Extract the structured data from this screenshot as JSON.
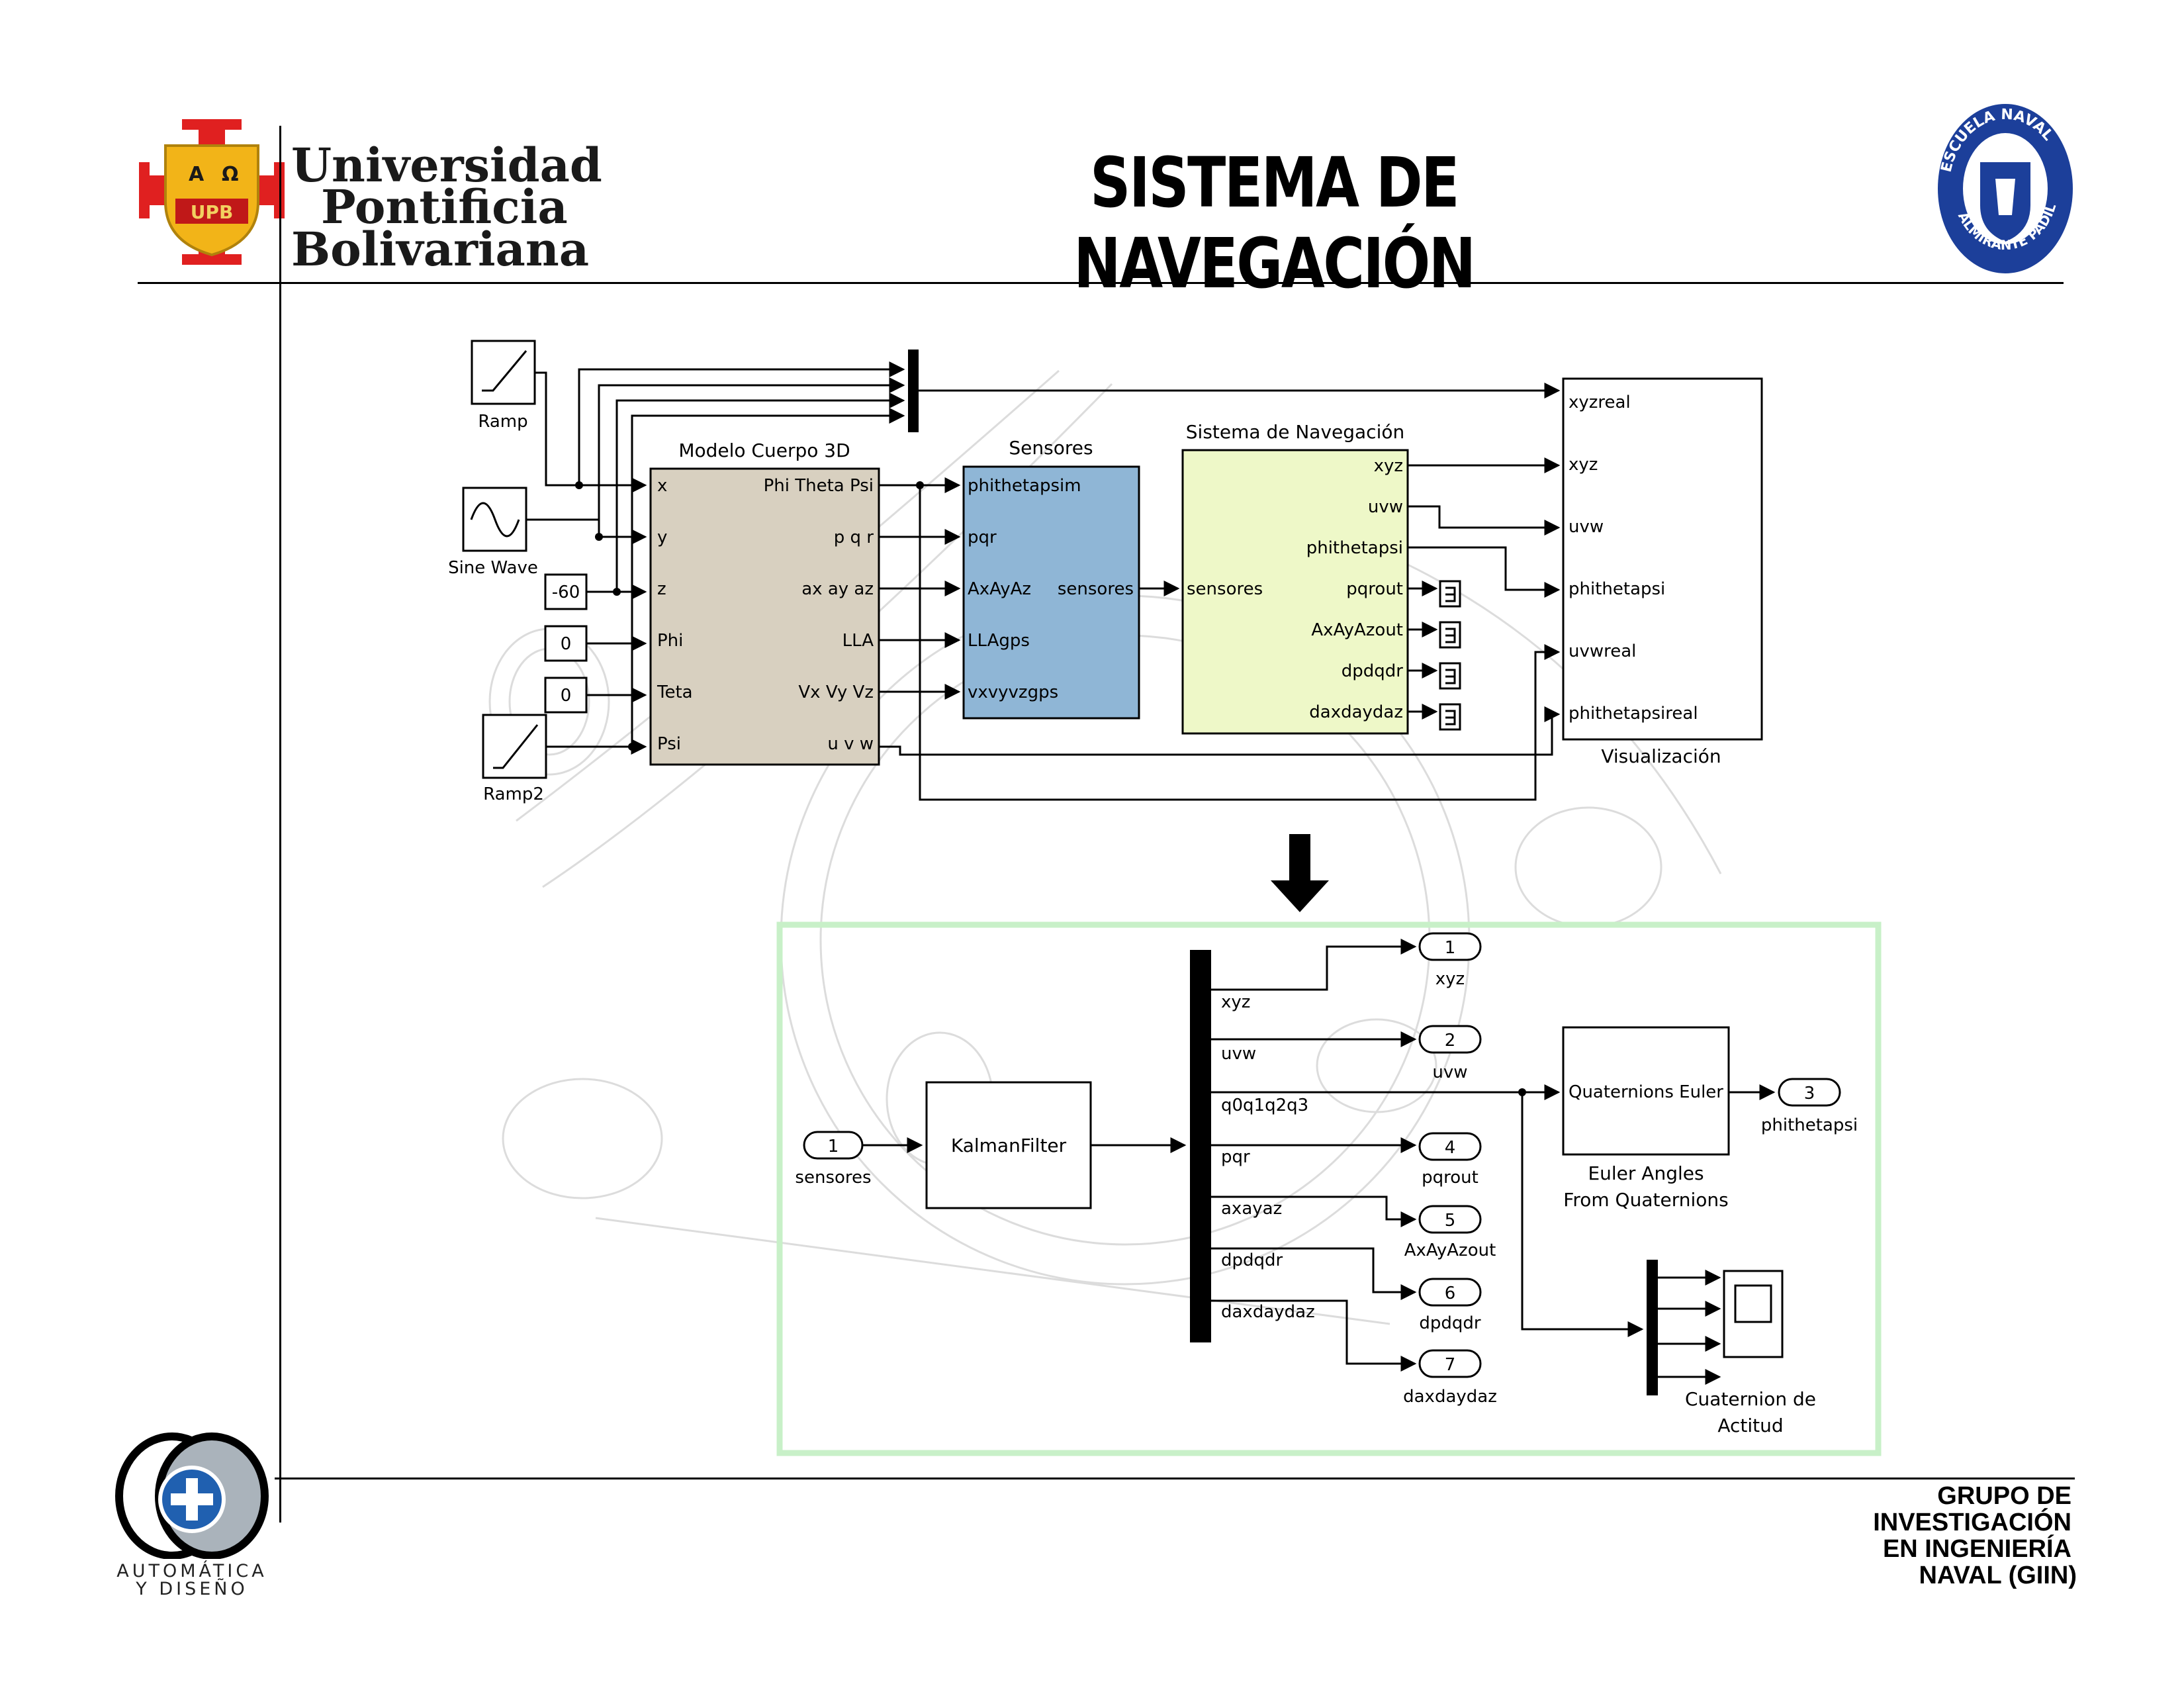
{
  "header": {
    "title": "SISTEMA DE NAVEGACIÓN",
    "university": {
      "line1": "Universidad",
      "line2": "Pontificia",
      "line3": "Bolivariana",
      "logo_icon": "upb-cross-shield-icon",
      "logo_letters": {
        "a": "A",
        "omega": "Ω",
        "upb": "UPB"
      }
    },
    "school_logo": {
      "icon": "escuela-naval-seal-icon",
      "top_text": "ESCUELA NAVAL",
      "bottom_text": "ALMIRANTE PADILLA"
    }
  },
  "footer": {
    "group_lines": [
      "GRUPO DE",
      "INVESTIGACIÓN",
      "EN INGENIERÍA",
      "NAVAL (GIIN)"
    ],
    "logo": {
      "icon": "automatica-diseno-logo-icon",
      "line1": "AUTOMÁTICA",
      "line2": "Y DISEÑO"
    }
  },
  "colors": {
    "model_block": "#d8d0c0",
    "sensors_block": "#8fb6d6",
    "nav_block": "#eef8c8",
    "highlight_border": "#c8f0c8",
    "line": "#000000"
  },
  "top_diagram": {
    "sources": {
      "ramp": "Ramp",
      "sine": "Sine Wave",
      "ramp2": "Ramp2",
      "const_z": "-60",
      "const_phi": "0",
      "const_teta": "0"
    },
    "model": {
      "title": "Modelo Cuerpo 3D",
      "inputs": [
        "x",
        "y",
        "z",
        "Phi",
        "Teta",
        "Psi"
      ],
      "outputs": [
        "Phi Theta Psi",
        "p q r",
        "ax ay az",
        "LLA",
        "Vx Vy Vz",
        "u v w"
      ]
    },
    "sensors": {
      "title": "Sensores",
      "inputs": [
        "phithetapsim",
        "pqr",
        "AxAyAz",
        "LLAgps",
        "vxvyvzgps"
      ],
      "output": "sensores"
    },
    "nav": {
      "title": "Sistema de Navegación",
      "input": "sensores",
      "outputs": [
        "xyz",
        "uvw",
        "phithetapsi",
        "pqrout",
        "AxAyAzout",
        "dpdqdr",
        "daxdaydaz"
      ]
    },
    "visual": {
      "title": "Visualización",
      "inputs": [
        "xyzreal",
        "xyz",
        "uvw",
        "phithetapsi",
        "uvwreal",
        "phithetapsireal"
      ]
    }
  },
  "bottom_diagram": {
    "inport": {
      "num": "1",
      "label": "sensores"
    },
    "kalman": "KalmanFilter",
    "bus_labels": [
      "xyz",
      "uvw",
      "q0q1q2q3",
      "pqr",
      "axayaz",
      "dpdqdr",
      "daxdaydaz"
    ],
    "outports": [
      {
        "num": "1",
        "label": "xyz"
      },
      {
        "num": "2",
        "label": "uvw"
      },
      {
        "num": "3",
        "label": "phithetapsi"
      },
      {
        "num": "4",
        "label": "pqrout"
      },
      {
        "num": "5",
        "label": "AxAyAzout"
      },
      {
        "num": "6",
        "label": "dpdqdr"
      },
      {
        "num": "7",
        "label": "daxdaydaz"
      }
    ],
    "euler": {
      "inner": "Quaternions Euler",
      "label1": "Euler Angles",
      "label2": "From Quaternions"
    },
    "scope": {
      "label1": "Cuaternion de",
      "label2": "Actitud"
    }
  }
}
